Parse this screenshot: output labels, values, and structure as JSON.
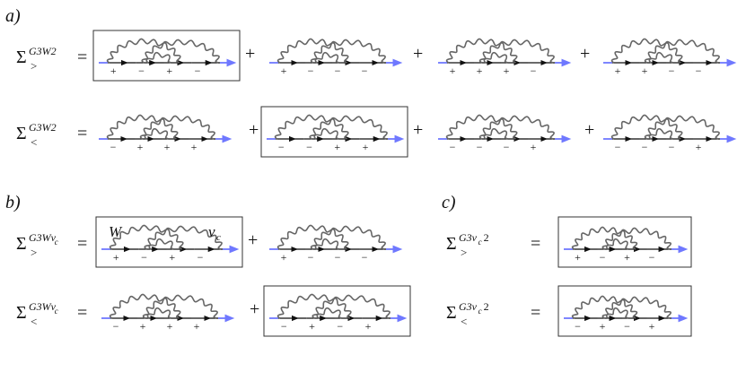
{
  "panels": {
    "a": "a)",
    "b": "b)",
    "c": "c)"
  },
  "equations": [
    {
      "id": "a-greater",
      "lhs": {
        "sym": "Σ",
        "sup": "G3W2",
        "sub": ">"
      },
      "eq": "=",
      "terms": [
        {
          "signs": [
            "+",
            "−",
            "+",
            "−"
          ],
          "style": "w",
          "boxed": true
        },
        {
          "signs": [
            "+",
            "−",
            "−",
            "−"
          ],
          "style": "w",
          "boxed": false
        },
        {
          "signs": [
            "+",
            "+",
            "+",
            "−"
          ],
          "style": "w",
          "boxed": false
        },
        {
          "signs": [
            "+",
            "+",
            "−",
            "−"
          ],
          "style": "w",
          "boxed": false
        }
      ],
      "ops": [
        "+",
        "+",
        "+"
      ]
    },
    {
      "id": "a-lesser",
      "lhs": {
        "sym": "Σ",
        "sup": "G3W2",
        "sub": "<"
      },
      "eq": "=",
      "terms": [
        {
          "signs": [
            "−",
            "+",
            "+",
            "+"
          ],
          "style": "w",
          "boxed": false
        },
        {
          "signs": [
            "−",
            "−",
            "+",
            "+"
          ],
          "style": "w",
          "boxed": true
        },
        {
          "signs": [
            "−",
            "−",
            "−",
            "+"
          ],
          "style": "w",
          "boxed": false
        },
        {
          "signs": [
            "−",
            "−",
            "−",
            "+"
          ],
          "style": "w",
          "boxed": false
        }
      ],
      "ops": [
        "+",
        "+",
        "+"
      ]
    },
    {
      "id": "b-greater",
      "lhs": {
        "sym": "Σ",
        "sup": "G3Wv",
        "supsub": "c",
        "sub": ">"
      },
      "eq": "=",
      "terms": [
        {
          "signs": [
            "+",
            "−",
            "+",
            "−"
          ],
          "style": "w",
          "boxed": true,
          "labels": [
            "W",
            "v",
            "c"
          ]
        },
        {
          "signs": [
            "+",
            "−",
            "−",
            "−"
          ],
          "style": "w",
          "boxed": false
        }
      ],
      "ops": [
        "+"
      ]
    },
    {
      "id": "b-lesser",
      "lhs": {
        "sym": "Σ",
        "sup": "G3Wv",
        "supsub": "c",
        "sub": "<"
      },
      "eq": "=",
      "terms": [
        {
          "signs": [
            "−",
            "+",
            "+",
            "+"
          ],
          "style": "w",
          "boxed": false
        },
        {
          "signs": [
            "−",
            "+",
            "−",
            "+"
          ],
          "style": "w",
          "boxed": true
        }
      ],
      "ops": [
        "+"
      ]
    },
    {
      "id": "c-greater",
      "lhs": {
        "sym": "Σ",
        "sup": "G3v",
        "supsub": "c",
        "supend": "2",
        "sub": ">"
      },
      "eq": "=",
      "terms": [
        {
          "signs": [
            "+",
            "−",
            "+",
            "−"
          ],
          "style": "v",
          "boxed": true
        }
      ],
      "ops": []
    },
    {
      "id": "c-lesser",
      "lhs": {
        "sym": "Σ",
        "sup": "G3v",
        "supsub": "c",
        "supend": "2",
        "sub": "<"
      },
      "eq": "=",
      "terms": [
        {
          "signs": [
            "−",
            "+",
            "−",
            "+"
          ],
          "style": "v",
          "boxed": true
        }
      ],
      "ops": []
    }
  ],
  "colors": {
    "propagator": "#111111",
    "external_leg": "#6f78ff",
    "wavy": "#666666",
    "box": "#333333"
  }
}
